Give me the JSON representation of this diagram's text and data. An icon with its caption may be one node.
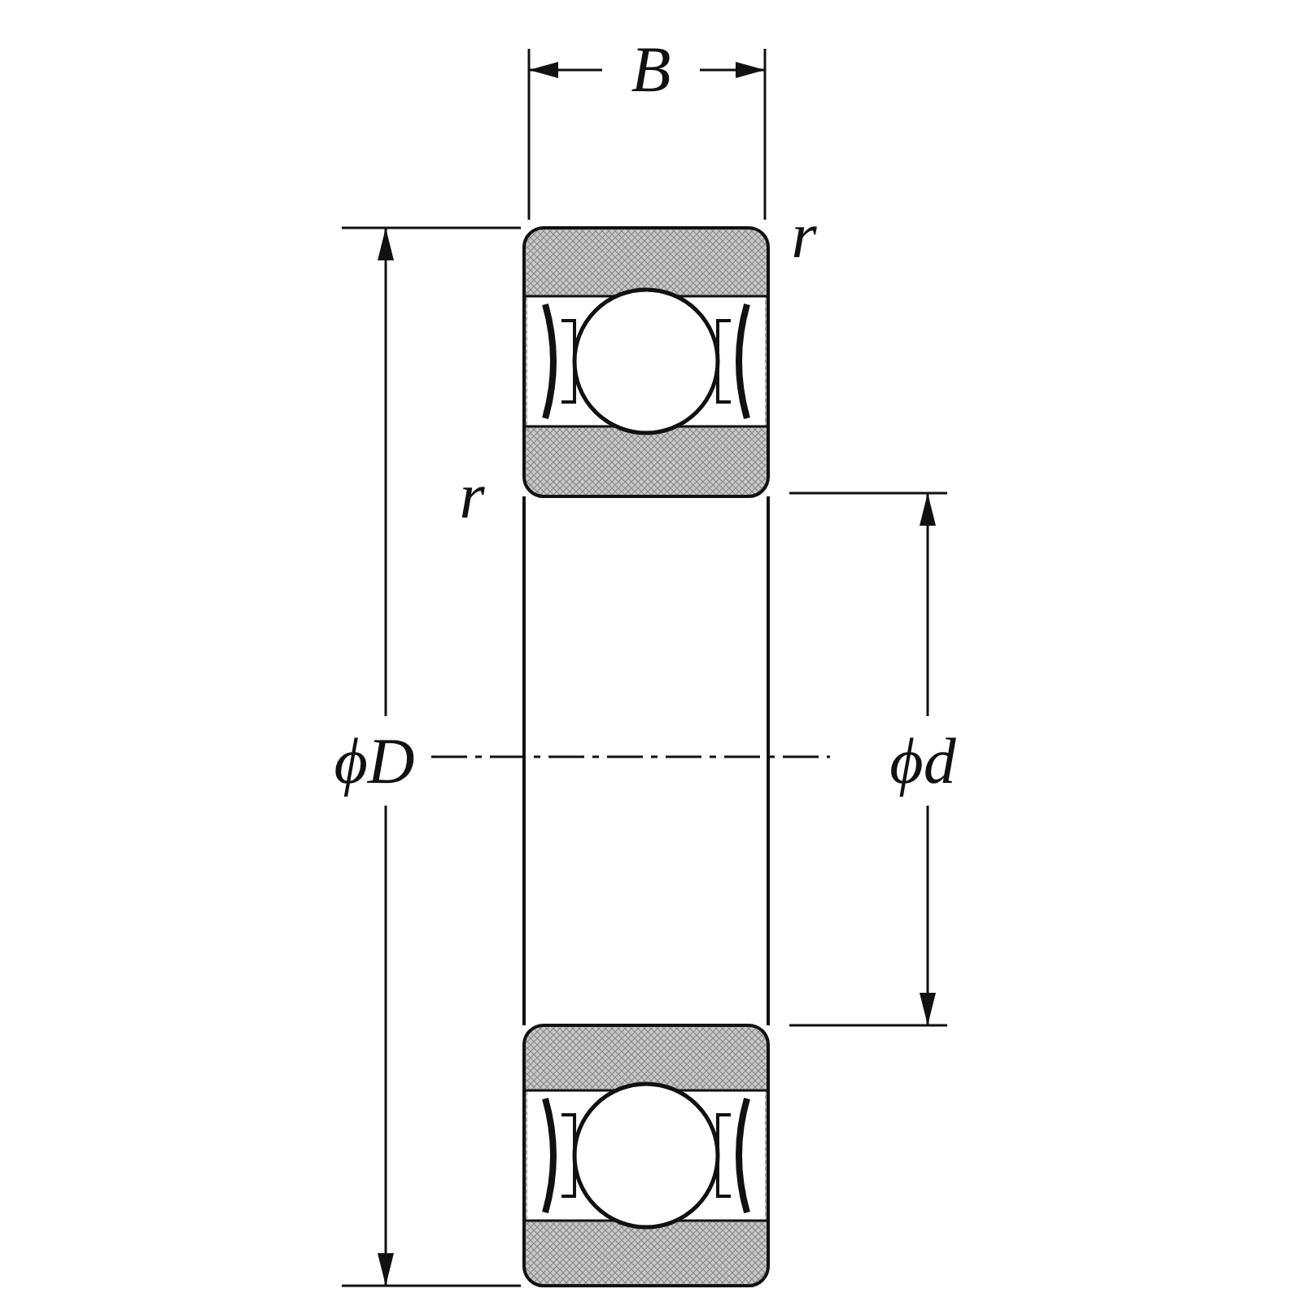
{
  "diagram": {
    "labels": [
      "B",
      "r",
      "r",
      "ϕD",
      "ϕd"
    ]
  }
}
